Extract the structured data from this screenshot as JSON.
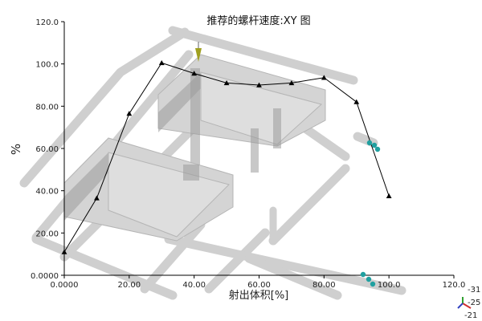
{
  "chart_data": {
    "type": "line",
    "title": "推荐的螺杆速度:XY 图",
    "xlabel": "射出体积[%]",
    "ylabel": "%",
    "xlim": [
      0,
      120
    ],
    "ylim": [
      0,
      120
    ],
    "x_ticks": [
      "0.0000",
      "20.00",
      "40.00",
      "60.00",
      "80.00",
      "100.0",
      "120.0"
    ],
    "y_ticks": [
      "0.0000",
      "20.00",
      "40.00",
      "60.00",
      "80.00",
      "100.0",
      "120.0"
    ],
    "grid": false,
    "legend": "none",
    "series": [
      {
        "x": [
          0,
          10,
          20,
          30,
          40,
          50,
          60,
          70,
          80,
          90,
          100
        ],
        "y": [
          11,
          36.5,
          76.5,
          100.5,
          95.5,
          91,
          90,
          91,
          93.5,
          82,
          37.5
        ],
        "color": "#000000",
        "marker": "triangle"
      }
    ]
  },
  "corner_readout": {
    "lines": [
      "-31",
      "-25",
      "-21"
    ]
  },
  "colors": {
    "model": "#d0d0d0",
    "gate_marker": "#a0a020",
    "vent_marker": "#20a0a0"
  }
}
